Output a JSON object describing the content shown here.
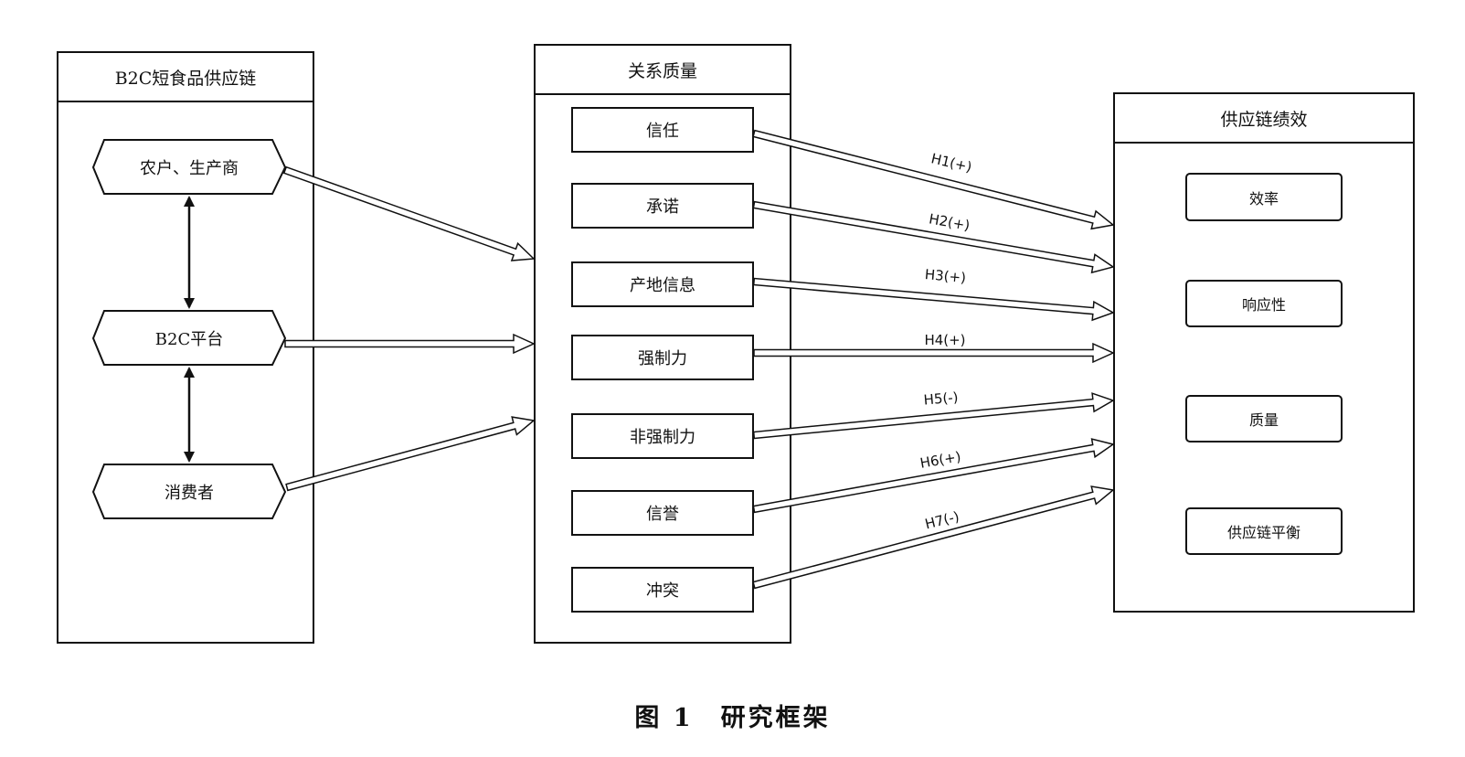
{
  "left_panel": {
    "title": "B2C短食品供应链",
    "nodes": [
      "农户、生产商",
      "B2C平台",
      "消费者"
    ]
  },
  "middle_panel": {
    "title": "关系质量",
    "items": [
      "信任",
      "承诺",
      "产地信息",
      "强制力",
      "非强制力",
      "信誉",
      "冲突"
    ]
  },
  "right_panel": {
    "title": "供应链绩效",
    "items": [
      "效率",
      "响应性",
      "质量",
      "供应链平衡"
    ]
  },
  "hypotheses": [
    {
      "label": "H1(+)",
      "from": "信任"
    },
    {
      "label": "H2(+)",
      "from": "承诺"
    },
    {
      "label": "H3(+)",
      "from": "产地信息"
    },
    {
      "label": "H4(+)",
      "from": "强制力"
    },
    {
      "label": "H5(-)",
      "from": "非强制力"
    },
    {
      "label": "H6(+)",
      "from": "信誉"
    },
    {
      "label": "H7(-)",
      "from": "冲突"
    }
  ],
  "caption": "图 1　研究框架"
}
